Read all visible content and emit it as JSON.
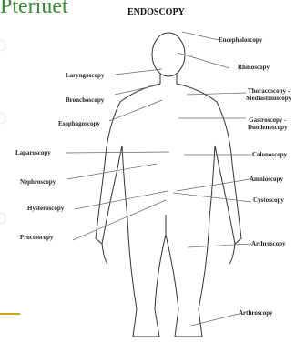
{
  "slide_title": "Pteriuet",
  "diagram_title": "ENDOSCOPY",
  "labels": {
    "encephaloscopy": "Encephaloscopy",
    "rhinoscopy": "Rhinoscopy",
    "laryngoscopy": "Laryngoscopy",
    "bronchoscopy": "Bronchoscopy",
    "thoracoscopy": "Thoracoscopy -",
    "mediastinoscopy": "Mediastinoscopy",
    "esophagoscopy": "Esophagoscopy",
    "gastroscopy": "Gastroscopy -",
    "duodenoscopy": "Duodenoscopy",
    "laparoscopy": "Laparoscopy",
    "colonoscopy": "Colonoscopy",
    "nephroscopy": "Nephroscopy",
    "amnioscopy": "Amnioscopy",
    "hysteroscopy": "Hysteroscopy",
    "cystoscopy": "Cystoscopy",
    "proctoscopy": "Proctoscopy",
    "arthroscopy_knee": "Arthroscopy",
    "arthroscopy_ankle": "Arthroscopy"
  },
  "colors": {
    "title": "#3a8a3a",
    "accent": "#c7a600",
    "ink": "#222222"
  }
}
